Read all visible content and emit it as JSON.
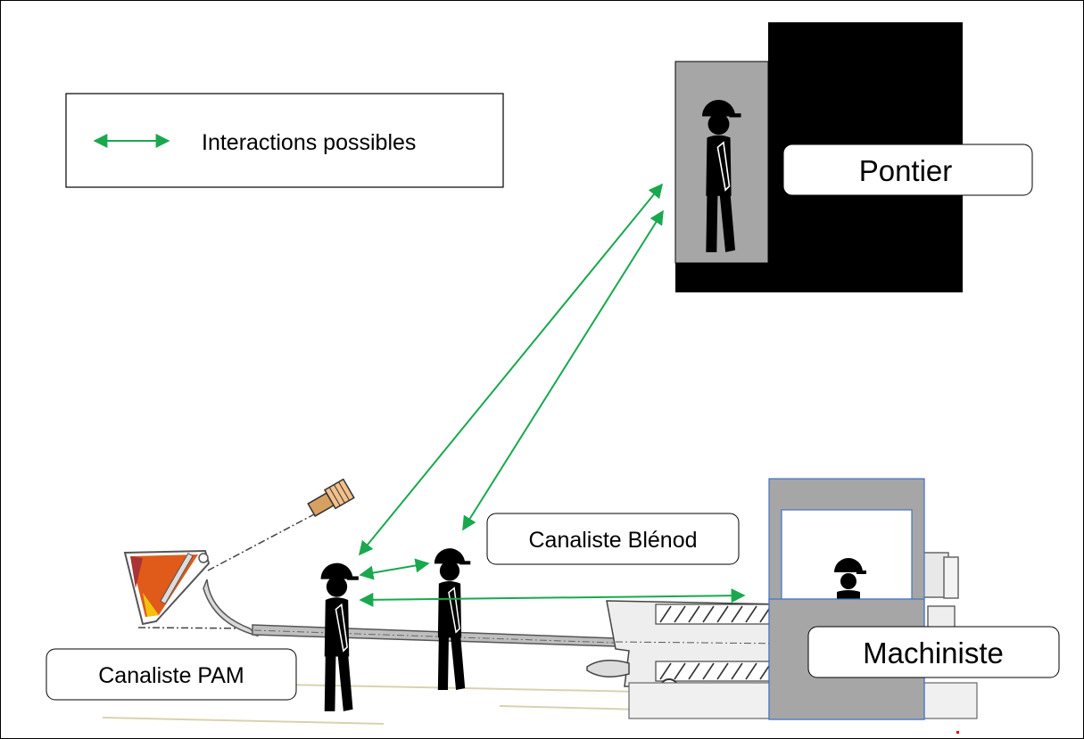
{
  "legend": {
    "text": "Interactions possibles",
    "arrow_color": "#1aa84f"
  },
  "labels": {
    "pontier": "Pontier",
    "canaliste_blenod": "Canaliste Blénod",
    "canaliste_pam": "Canaliste PAM",
    "machiniste": "Machiniste"
  },
  "colors": {
    "arrow": "#1aa84f",
    "cabin": "#000000",
    "cabin_door": "#a6a6a6",
    "machine_box": "#a6a6a6",
    "machine_box_border": "#4472c4",
    "ladle_fill": "#e05a1a"
  }
}
